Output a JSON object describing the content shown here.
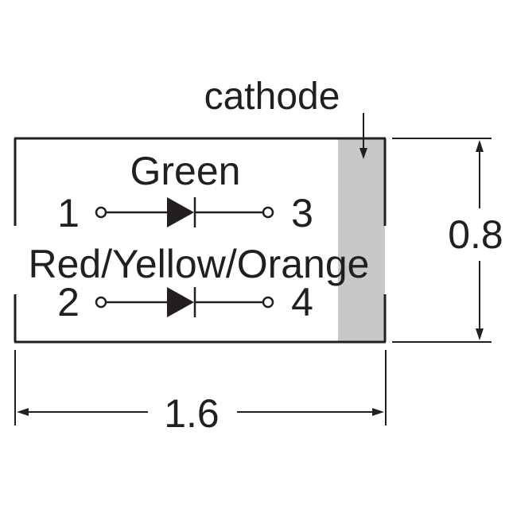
{
  "labels": {
    "cathode": "cathode",
    "green": "Green",
    "red_yellow_orange": "Red/Yellow/Orange",
    "pin1": "1",
    "pin2": "2",
    "pin3": "3",
    "pin4": "4",
    "width": "1.6",
    "height": "0.8"
  },
  "colors": {
    "ink": "#231f20",
    "cathode_band": "#c8c8c8",
    "background": "#ffffff"
  }
}
